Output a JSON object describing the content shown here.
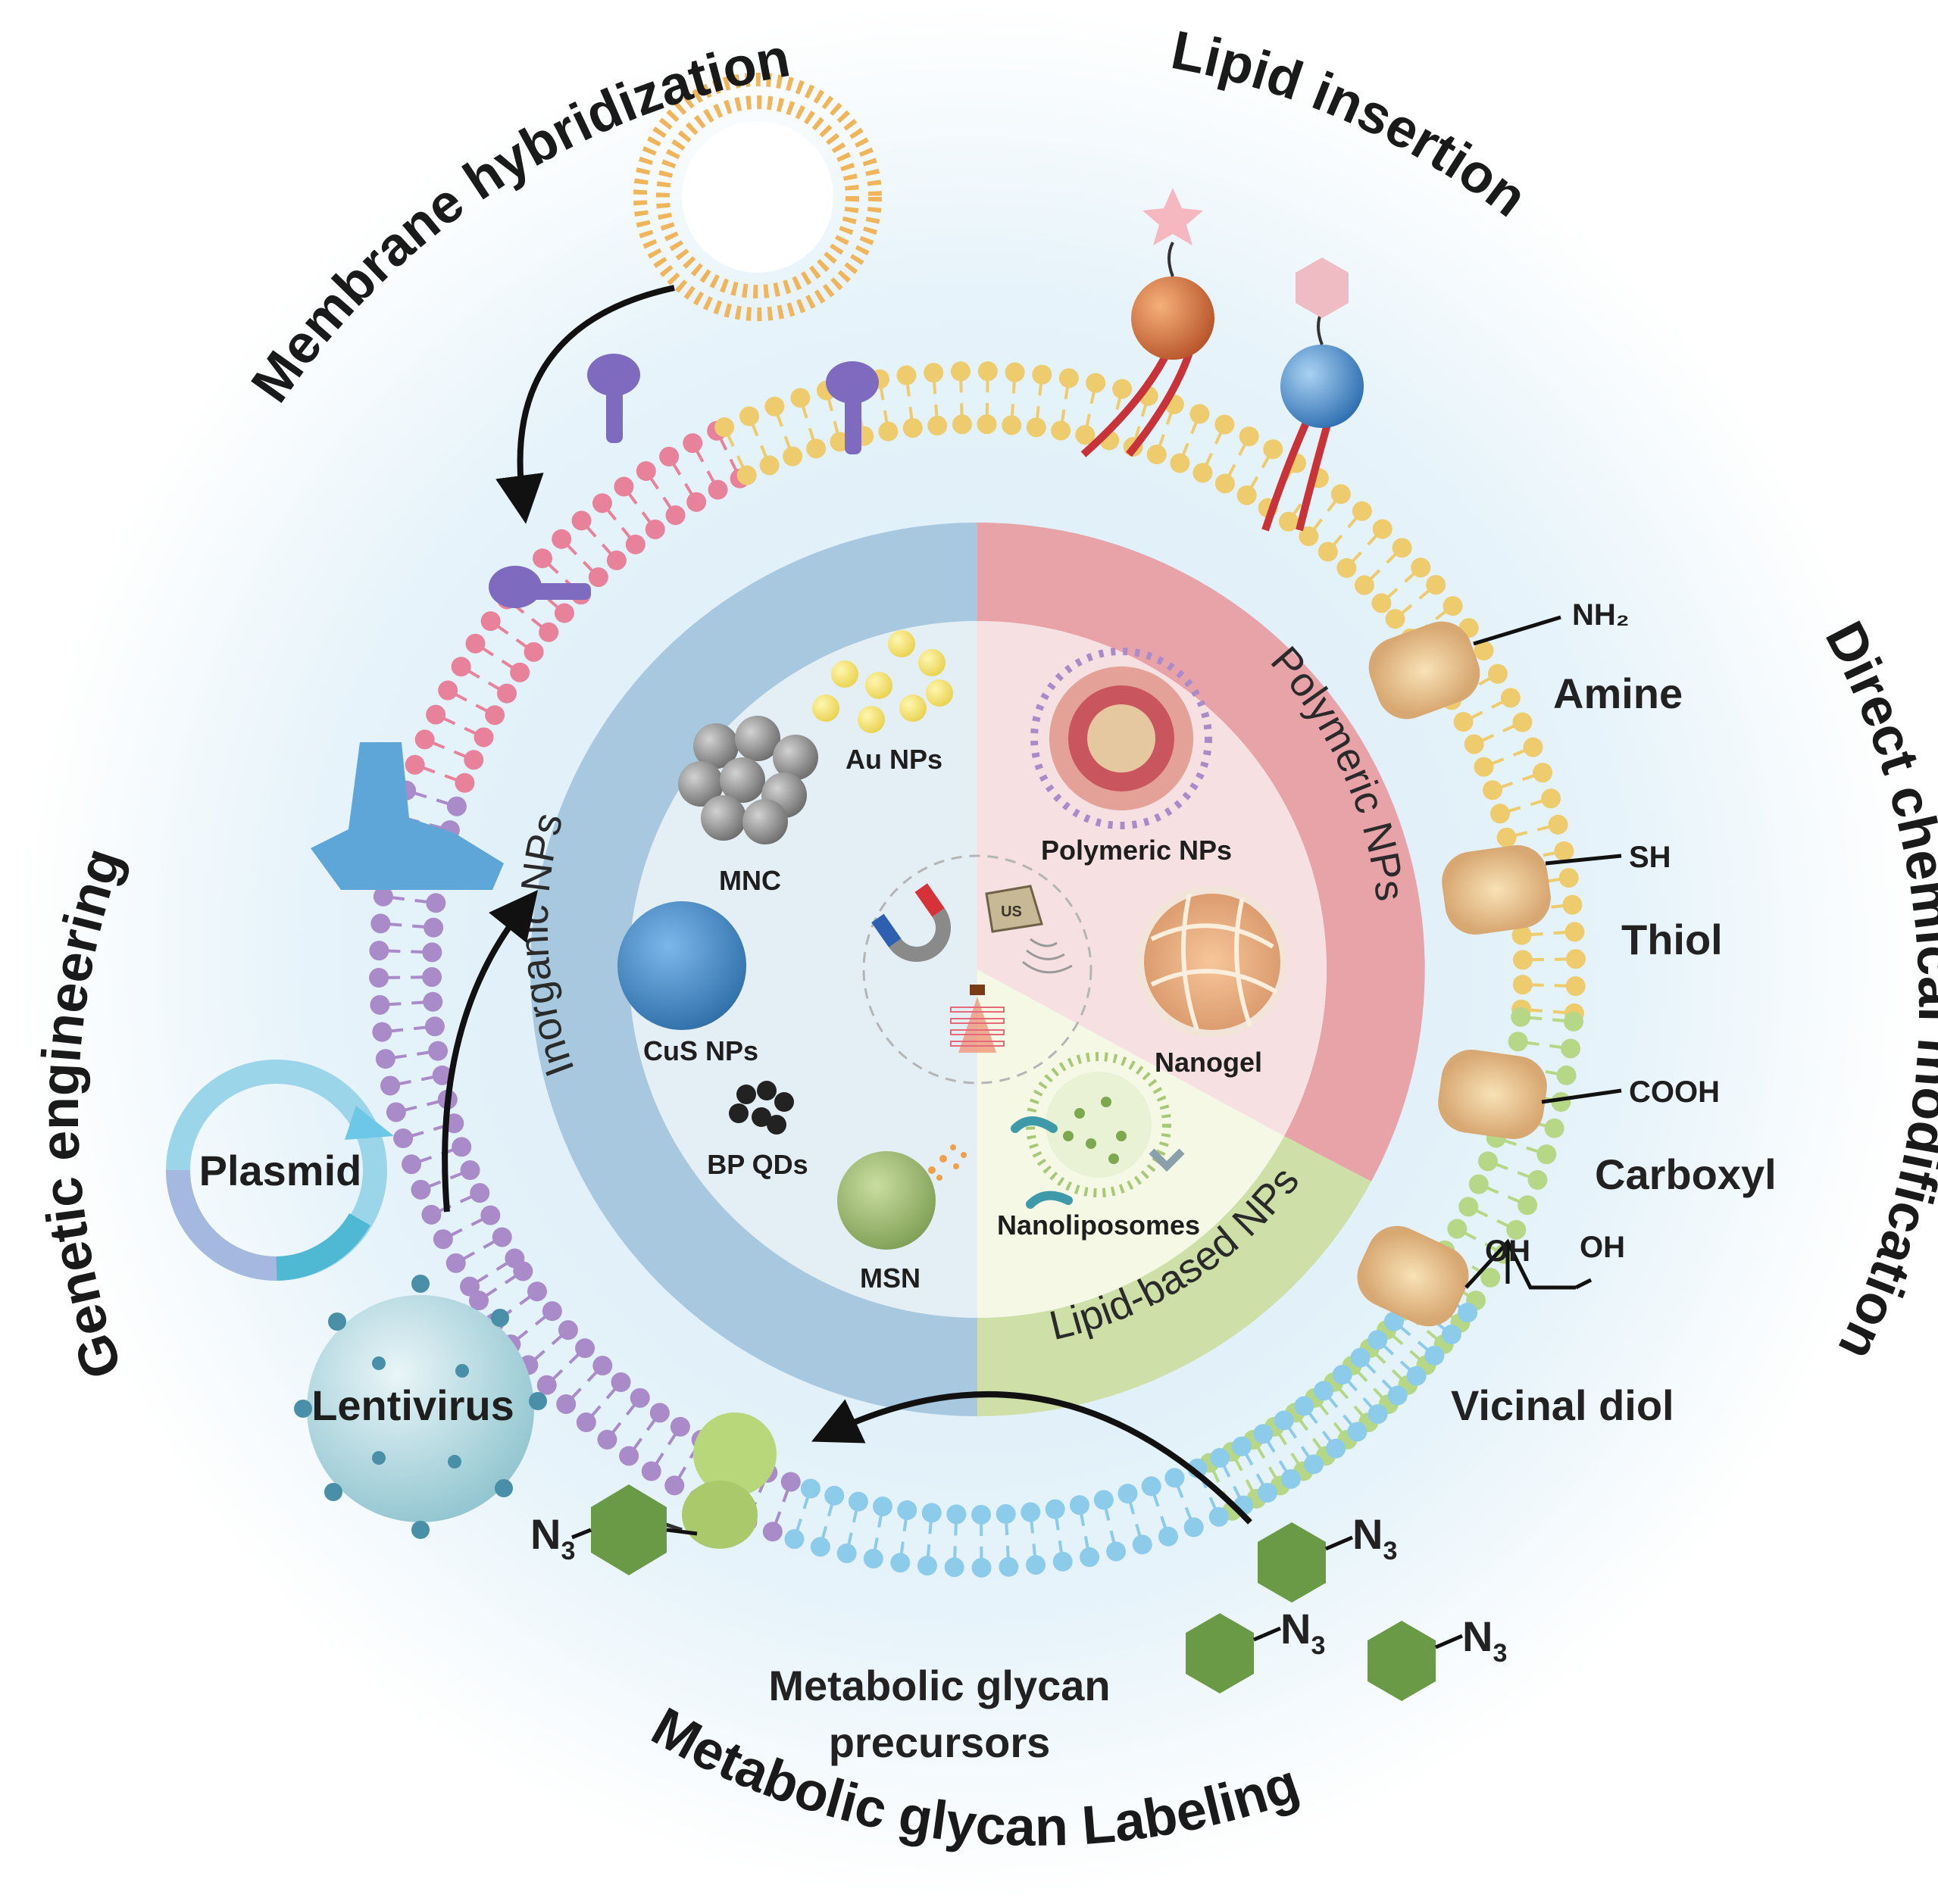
{
  "outer_titles": {
    "membrane_hybridization": "Membrane hybridization",
    "lipid_insertion": "Lipid insertion",
    "direct_chemical_modification": "Direct chemical modification",
    "genetic_engineering": "Genetic engineering",
    "metabolic_glycan_labeling": "Metabolic glycan Labeling"
  },
  "ring_sectors": {
    "inorganic": "Inorganic NPs",
    "polymeric": "Polymeric NPs",
    "lipid": "Lipid-based NPs"
  },
  "nanoparticles": {
    "au": "Au NPs",
    "mnc": "MNC",
    "cus": "CuS NPs",
    "bp": "BP QDs",
    "msn": "MSN",
    "polymeric": "Polymeric NPs",
    "nanogel": "Nanogel",
    "nanoliposomes": "Nanoliposomes",
    "us_badge": "US"
  },
  "chemical_groups": {
    "amine_formula": "NH₂",
    "amine_name": "Amine",
    "thiol_formula": "SH",
    "thiol_name": "Thiol",
    "carboxyl_formula": "COOH",
    "carboxyl_name": "Carboxyl",
    "diol_oh_left": "OH",
    "diol_oh_right": "OH",
    "diol_name": "Vicinal diol"
  },
  "genetic": {
    "plasmid": "Plasmid",
    "lentivirus": "Lentivirus"
  },
  "glycan": {
    "azide_main": "N",
    "azide_subscript": "3",
    "precursors_line1": "Metabolic glycan",
    "precursors_line2": "precursors"
  },
  "colors": {
    "purple_membrane": "#a98bc9",
    "pink_membrane": "#e8829a",
    "yellow_membrane": "#eecb6c",
    "green_membrane": "#b6d886",
    "blue_membrane": "#8ccbe9",
    "inorganic_ring": "#a8c8df",
    "polymeric_ring": "#e8a3a8",
    "lipid_ring": "#cfdfa8",
    "glycan_hexagon": "#6b9a46"
  }
}
